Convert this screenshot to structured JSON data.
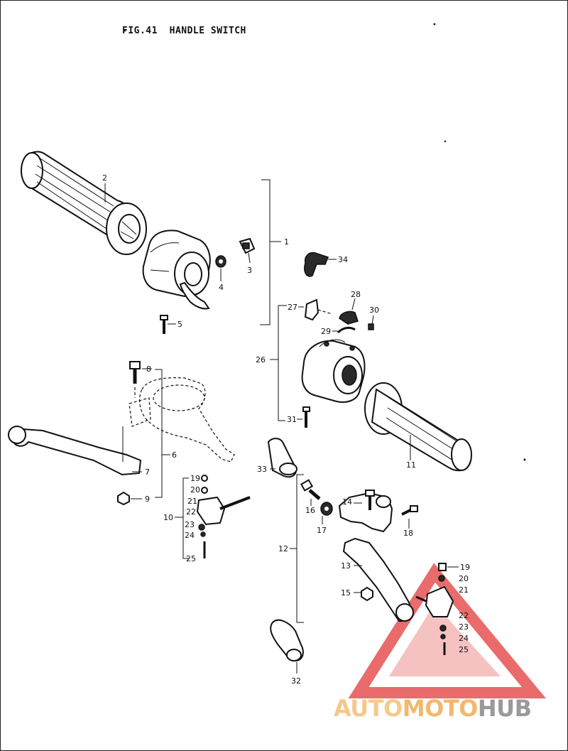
{
  "figure": {
    "number": "FIG.41",
    "title": "HANDLE SWITCH"
  },
  "callouts": [
    "1",
    "2",
    "3",
    "4",
    "5",
    "6",
    "7",
    "8",
    "9",
    "10",
    "11",
    "12",
    "13",
    "14",
    "15",
    "16",
    "17",
    "18",
    "19",
    "20",
    "21",
    "22",
    "23",
    "24",
    "25",
    "26",
    "27",
    "28",
    "29",
    "30",
    "31",
    "32",
    "33",
    "34"
  ],
  "watermark": {
    "part1": "AUTO",
    "part2": "MOTO",
    "part3": "HUB",
    "colors": {
      "auto": "#f4c98a",
      "moto": "#f2b86e",
      "hub": "#9a9a9a",
      "triangle": "#e23a3a"
    }
  }
}
